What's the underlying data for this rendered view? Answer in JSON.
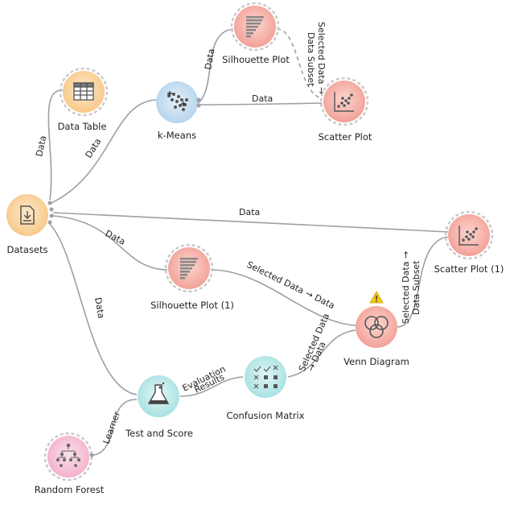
{
  "nodes": {
    "datasets": "Datasets",
    "data_table": "Data Table",
    "kmeans": "k-Means",
    "silhouette": "Silhouette Plot",
    "scatter": "Scatter Plot",
    "scatter1": "Scatter Plot (1)",
    "silhouette1": "Silhouette Plot (1)",
    "venn": "Venn Diagram",
    "test_score": "Test and Score",
    "confusion": "Confusion Matrix",
    "random_forest": "Random Forest"
  },
  "links": {
    "datasets_datatable": "Data",
    "datasets_kmeans": "Data",
    "kmeans_silhouette": "Data",
    "kmeans_scatter": "Data",
    "silhouette_scatter_1": "Selected Data →",
    "silhouette_scatter_2": "Data Subset",
    "datasets_scatter1": "Data",
    "datasets_silhouette1": "Data",
    "silhouette1_venn": "Selected Data → Data",
    "datasets_testscore": "Data",
    "testscore_confusion_1": "Evaluation",
    "testscore_confusion_2": "Results",
    "confusion_venn_1": "Selected Data",
    "confusion_venn_2": "→ Data",
    "venn_scatter1_1": "Selected Data →",
    "venn_scatter1_2": "Data Subset",
    "randomforest_testscore": "Learner"
  },
  "icons": {
    "datasets": "file-download-icon",
    "data_table": "table-icon",
    "kmeans": "cluster-dots-icon",
    "silhouette": "silhouette-bars-icon",
    "scatter": "scatter-dots-icon",
    "venn": "venn-circles-icon",
    "test_score": "flask-icon",
    "confusion": "confusion-grid-icon",
    "random_forest": "tree-icon",
    "warning": "warning-icon"
  },
  "colors": {
    "data_orange": "#fad9a8",
    "model_blue": "#cfe3f3",
    "viz_red": "#f7b7b0",
    "eval_cyan": "#c3ecec",
    "learner_pink": "#f7c9dc",
    "link": "#9aa0a6",
    "warning": "#f5c518"
  }
}
